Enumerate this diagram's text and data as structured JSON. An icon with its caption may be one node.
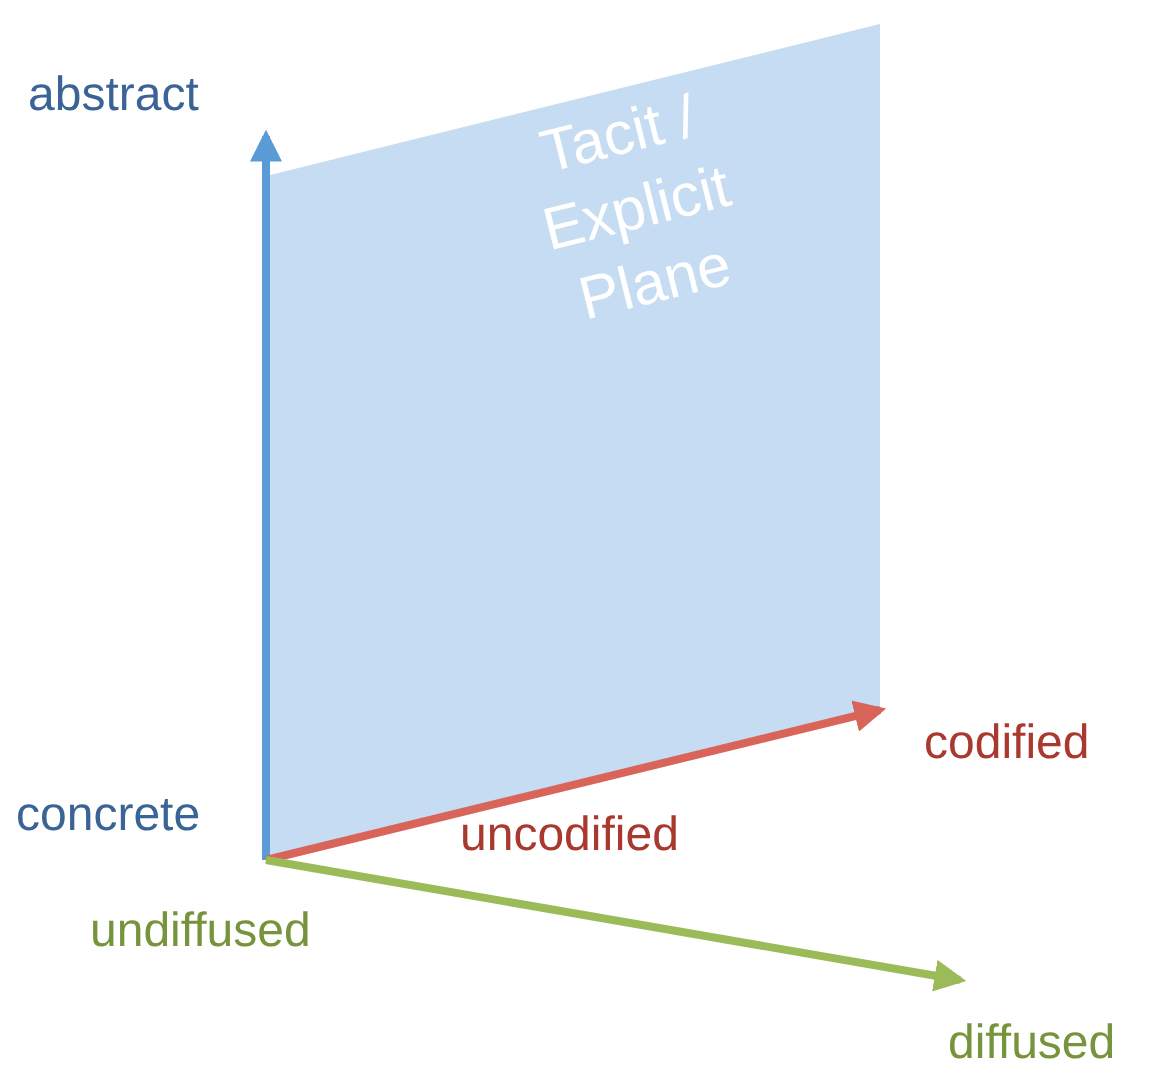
{
  "diagram": {
    "nodes": [
      {
        "text": [
          "Tacit / Explicit Plane"
        ]
      }
    ],
    "labels": [
      "abstract",
      "concrete",
      "uncodified",
      "codified",
      "undiffused",
      "diffused"
    ]
  }
}
